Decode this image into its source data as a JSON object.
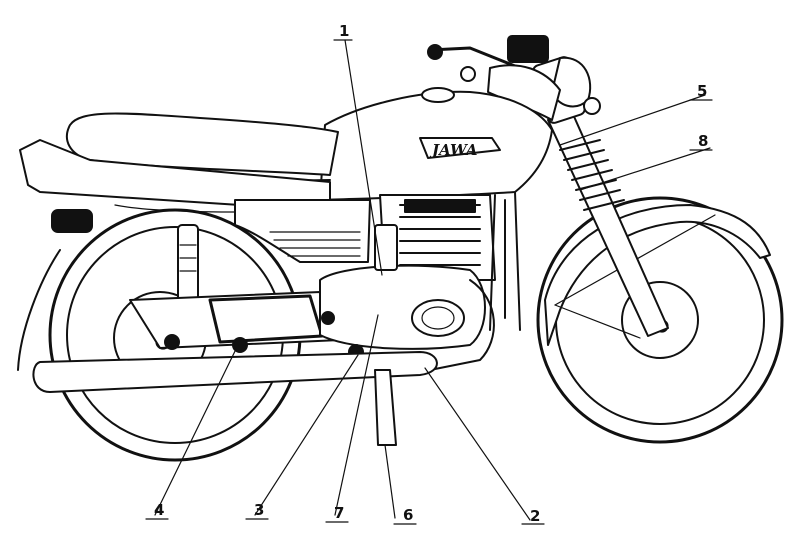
{
  "brand": "JAWA",
  "callouts": [
    {
      "id": "c1",
      "label": "1"
    },
    {
      "id": "c2",
      "label": "2"
    },
    {
      "id": "c3",
      "label": "3"
    },
    {
      "id": "c4",
      "label": "4"
    },
    {
      "id": "c5",
      "label": "5"
    },
    {
      "id": "c6",
      "label": "6"
    },
    {
      "id": "c7",
      "label": "7"
    },
    {
      "id": "c8",
      "label": "8"
    }
  ]
}
